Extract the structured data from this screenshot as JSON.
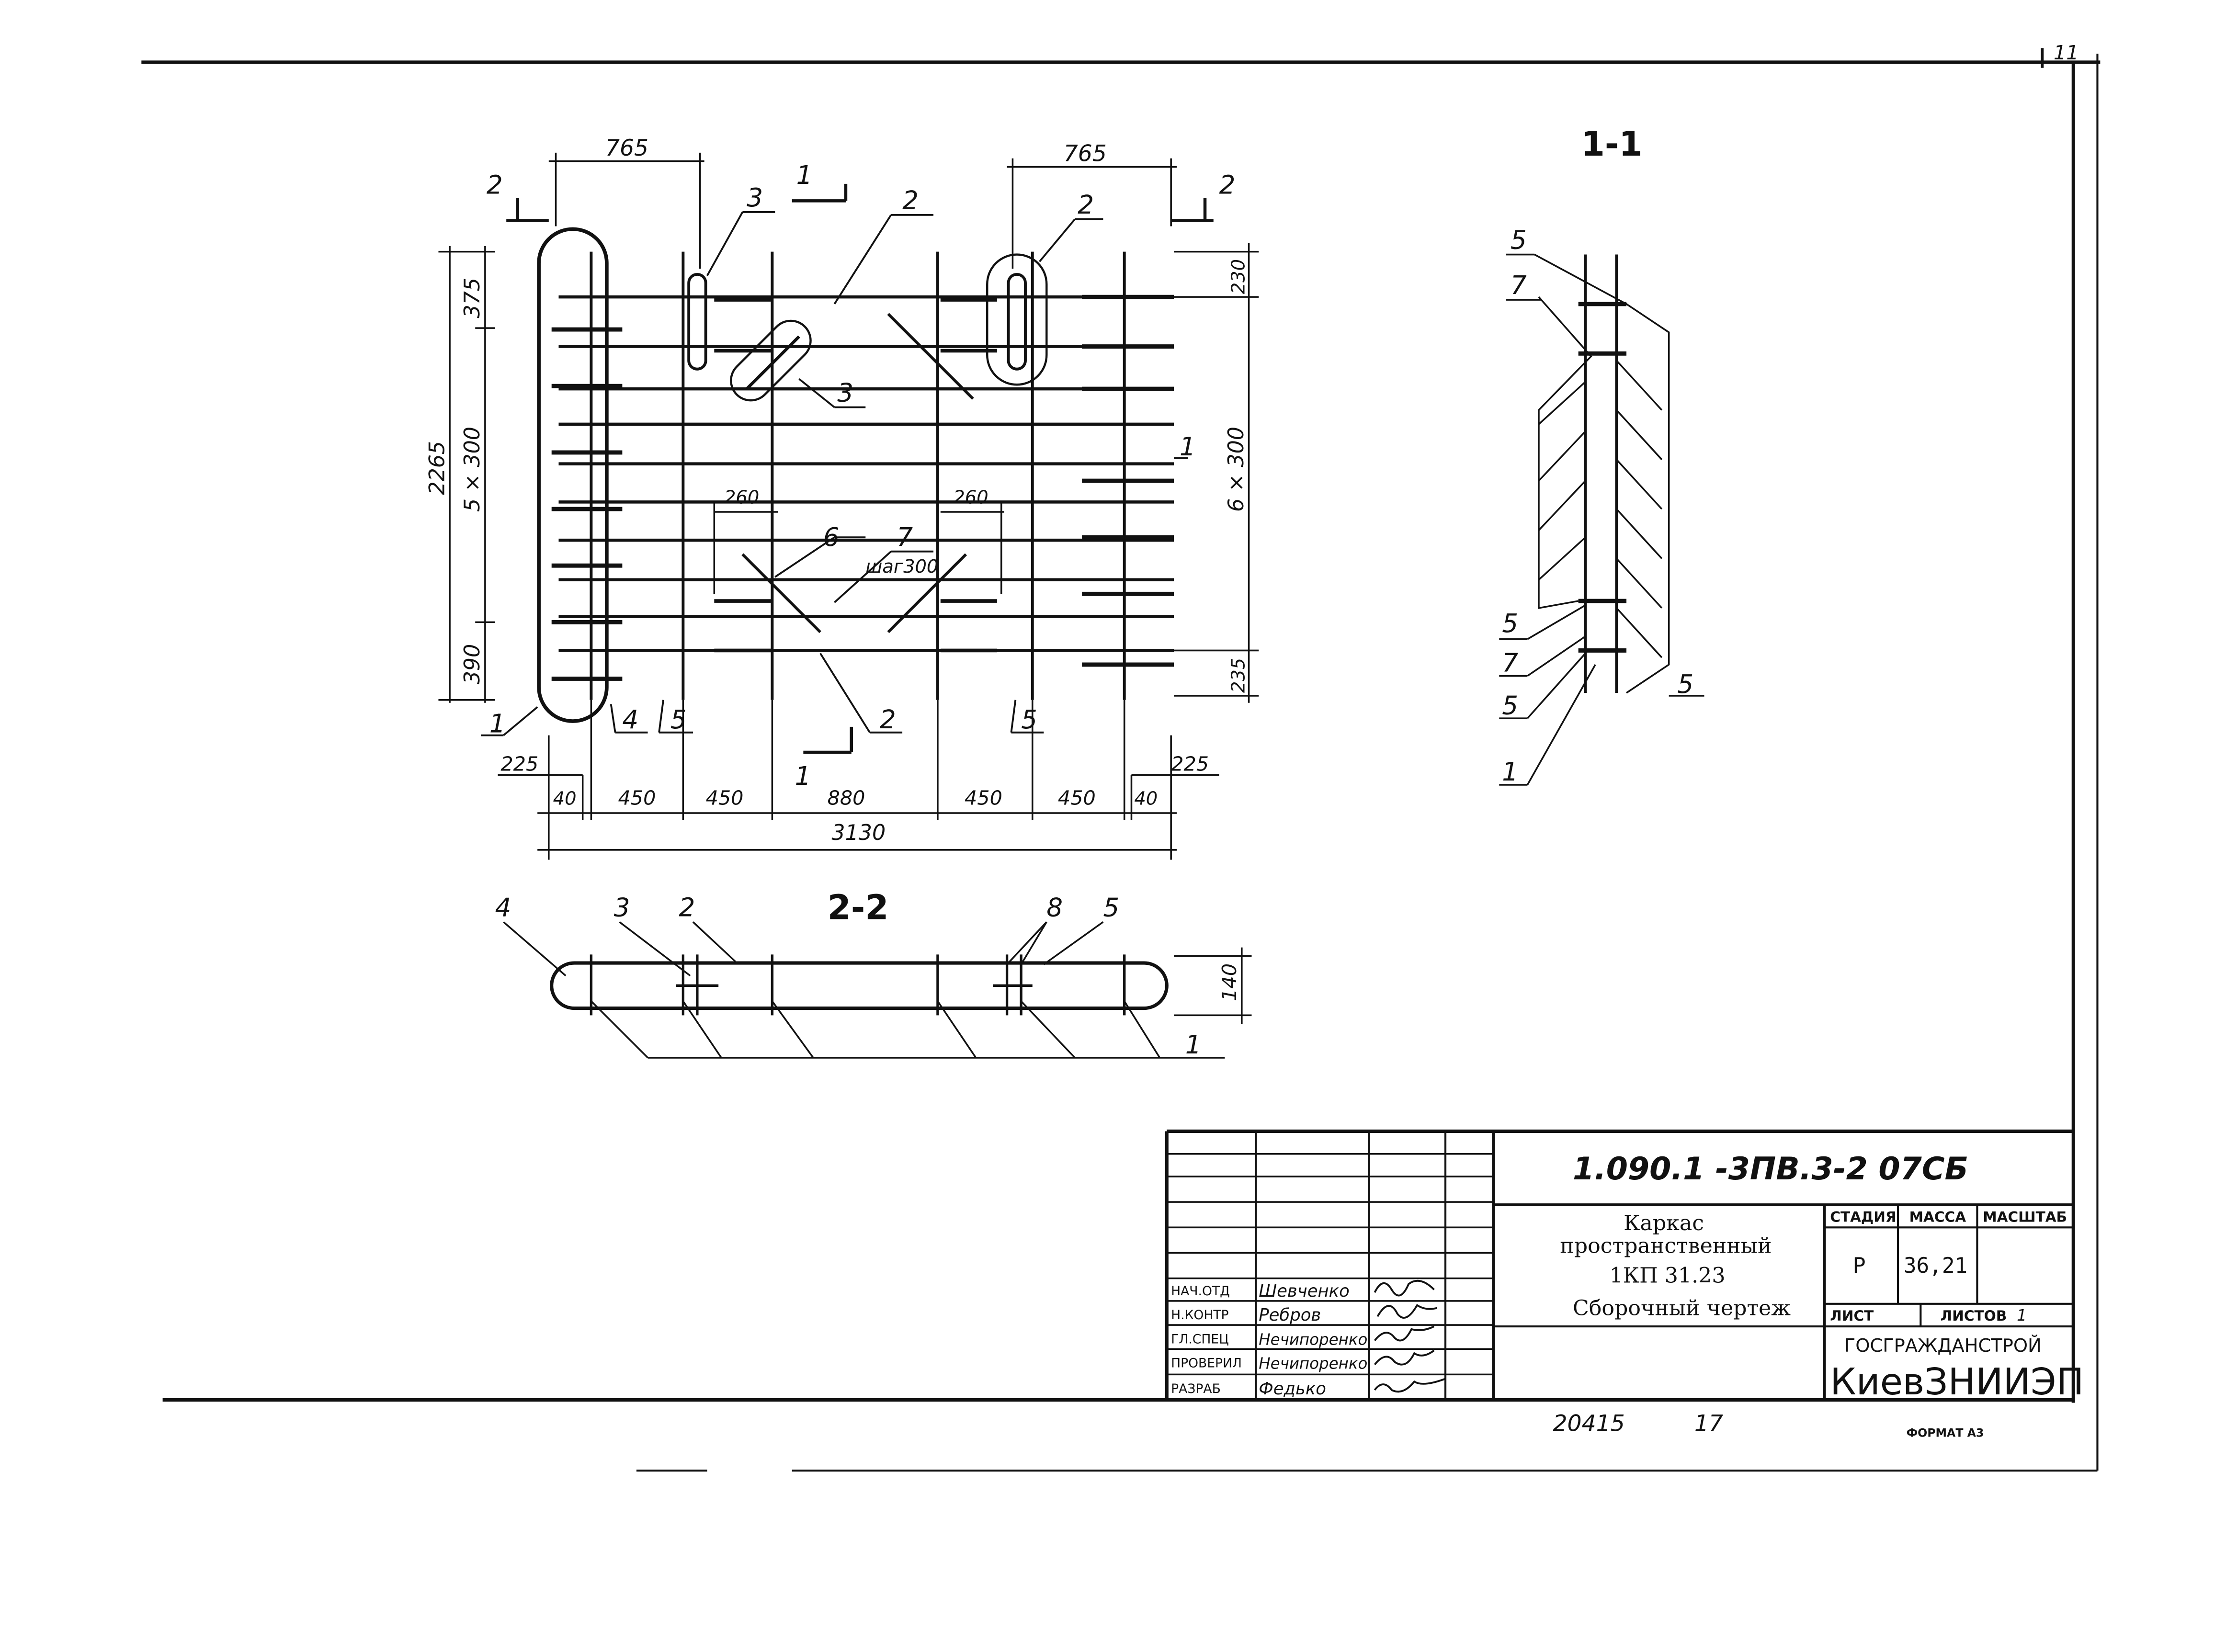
{
  "sheet": {
    "corner_mark": "11",
    "format": "ФОРМАТ А3",
    "archive_no": "20415",
    "archive_sheet": "17"
  },
  "plan": {
    "dims_top_left": "765",
    "dims_top_right": "765",
    "section_mark_1": "1",
    "section_mark_2": "2",
    "dims_left": [
      "375",
      "5 × 300",
      "390",
      "2265"
    ],
    "dims_right": [
      "230",
      "6 × 300",
      "235"
    ],
    "dim_260_left": "260",
    "dim_260_right": "260",
    "note_step": "шаг300",
    "dims_bottom": [
      "225",
      "40",
      "450",
      "450",
      "880",
      "450",
      "450",
      "40",
      "225"
    ],
    "dim_total": "3130",
    "callouts": [
      "1",
      "2",
      "3",
      "4",
      "5",
      "6",
      "7"
    ]
  },
  "section_1_1": {
    "title": "1-1",
    "callouts_left": [
      "5",
      "7",
      "5",
      "7",
      "5",
      "1"
    ],
    "callout_right": "5"
  },
  "section_2_2": {
    "title": "2-2",
    "callouts": [
      "4",
      "3",
      "2",
      "8",
      "5",
      "1"
    ],
    "dim_height": "140"
  },
  "title_block": {
    "code": "1.090.1 -3ПВ.3-2  07СБ",
    "name_lines": [
      "Каркас",
      "пространственный",
      "1КП 31.23",
      "Сборочный чертеж"
    ],
    "stage_label": "СТАДИЯ",
    "mass_label": "МАССА",
    "scale_label": "МАСШТАБ",
    "stage": "Р",
    "mass": "36,21",
    "sheet_label": "ЛИСТ",
    "sheets_label": "ЛИСТОВ",
    "sheets_count": "1",
    "org_1": "ГОСГРАЖДАНСТРОЙ",
    "org_2": "КиевЗНИИЭП",
    "roles": [
      {
        "role": "НАЧ.ОТД",
        "name": "Шевченко"
      },
      {
        "role": "Н.КОНТР",
        "name": "Ребров"
      },
      {
        "role": "ГЛ.СПЕЦ",
        "name": "Нечипоренко"
      },
      {
        "role": "ПРОВЕРИЛ",
        "name": "Нечипоренко"
      },
      {
        "role": "РАЗРАБ",
        "name": "Федько"
      }
    ]
  }
}
